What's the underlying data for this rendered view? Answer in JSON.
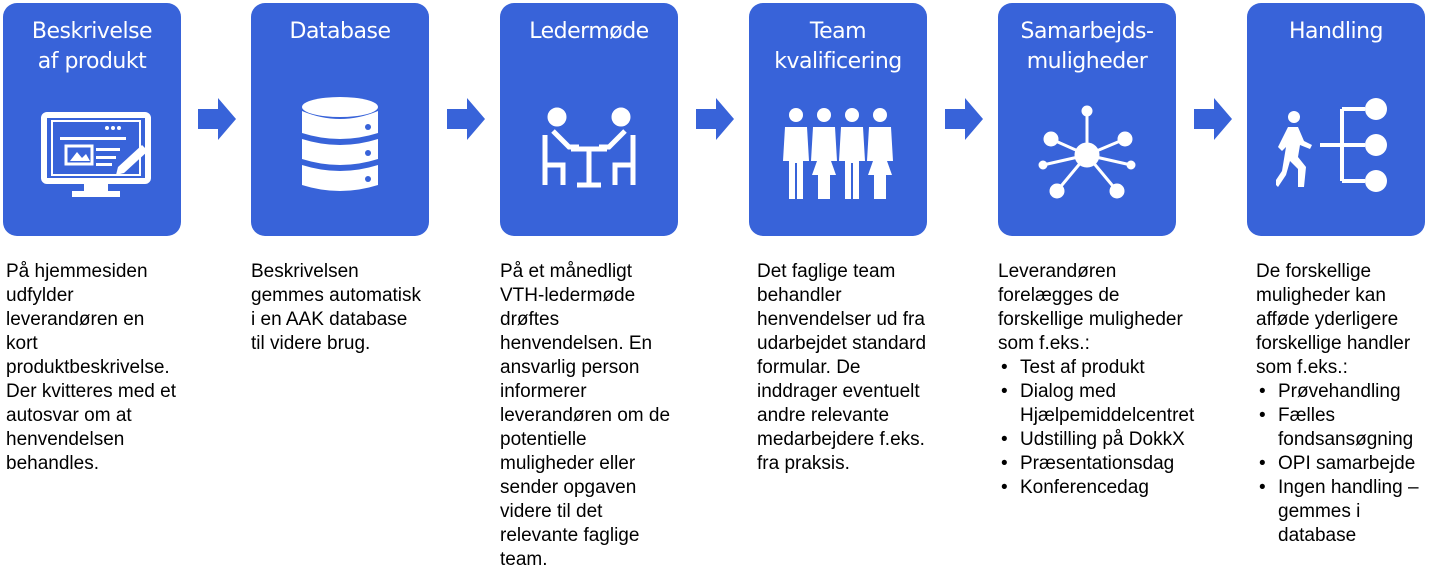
{
  "accent_color": "#3863D9",
  "steps": [
    {
      "title": [
        "Beskrivelse",
        "af produkt"
      ],
      "icon": "computer-edit-icon",
      "lines": [
        {
          "t": "På hjemmesiden"
        },
        {
          "t": "udfylder"
        },
        {
          "t": "leverandøren en"
        },
        {
          "t": "kort"
        },
        {
          "t": "produktbeskrivelse."
        },
        {
          "t": "Der kvitteres med et"
        },
        {
          "t": "autosvar om at"
        },
        {
          "t": "henvendelsen"
        },
        {
          "t": "behandles."
        }
      ]
    },
    {
      "title": [
        "Database"
      ],
      "icon": "database-icon",
      "lines": [
        {
          "t": "Beskrivelsen"
        },
        {
          "t": "gemmes automatisk"
        },
        {
          "t": "i en AAK database"
        },
        {
          "t": "til videre brug."
        }
      ]
    },
    {
      "title": [
        "Ledermøde"
      ],
      "icon": "meeting-icon",
      "lines": [
        {
          "t": "På et månedligt"
        },
        {
          "t": "VTH-ledermøde"
        },
        {
          "t": "drøftes"
        },
        {
          "t": "henvendelsen. En"
        },
        {
          "t": "ansvarlig person"
        },
        {
          "t": "informerer"
        },
        {
          "t": "leverandøren om de"
        },
        {
          "t": "potentielle"
        },
        {
          "t": "muligheder eller"
        },
        {
          "t": "sender opgaven"
        },
        {
          "t": "videre til det"
        },
        {
          "t": "relevante faglige"
        },
        {
          "t": "team."
        }
      ]
    },
    {
      "title": [
        "Team",
        "kvalificering"
      ],
      "icon": "team-icon",
      "lines": [
        {
          "t": "Det faglige team"
        },
        {
          "t": "behandler"
        },
        {
          "t": "henvendelser ud fra"
        },
        {
          "t": "udarbejdet standard"
        },
        {
          "t": "formular. De"
        },
        {
          "t": "inddrager eventuelt"
        },
        {
          "t": "andre relevante"
        },
        {
          "t": "medarbejdere f.eks."
        },
        {
          "t": "fra praksis."
        }
      ]
    },
    {
      "title": [
        "Samarbejds-",
        "muligheder"
      ],
      "icon": "network-icon",
      "lines": [
        {
          "t": "Leverandøren"
        },
        {
          "t": "forelægges de"
        },
        {
          "t": "forskellige muligheder"
        },
        {
          "t": "som f.eks.:"
        },
        {
          "t": "Test af produkt",
          "k": "b"
        },
        {
          "t": "Dialog med",
          "k": "b"
        },
        {
          "t": "Hjælpemiddelcentret",
          "k": "c"
        },
        {
          "t": "Udstilling på DokkX",
          "k": "b"
        },
        {
          "t": "Præsentationsdag",
          "k": "b"
        },
        {
          "t": "Konferencedag",
          "k": "b"
        }
      ]
    },
    {
      "title": [
        "Handling"
      ],
      "icon": "action-branch-icon",
      "lines": [
        {
          "t": "De forskellige"
        },
        {
          "t": "muligheder kan"
        },
        {
          "t": "affødе yderligere"
        },
        {
          "t": "forskellige handler"
        },
        {
          "t": "som f.eks.:"
        },
        {
          "t": "Prøvehandling",
          "k": "b"
        },
        {
          "t": "Fælles",
          "k": "b"
        },
        {
          "t": "fondsansøgning",
          "k": "c"
        },
        {
          "t": "OPI samarbejde",
          "k": "b"
        },
        {
          "t": "Ingen handling –",
          "k": "b"
        },
        {
          "t": "gemmes i",
          "k": "c"
        },
        {
          "t": "database",
          "k": "c"
        }
      ]
    }
  ]
}
